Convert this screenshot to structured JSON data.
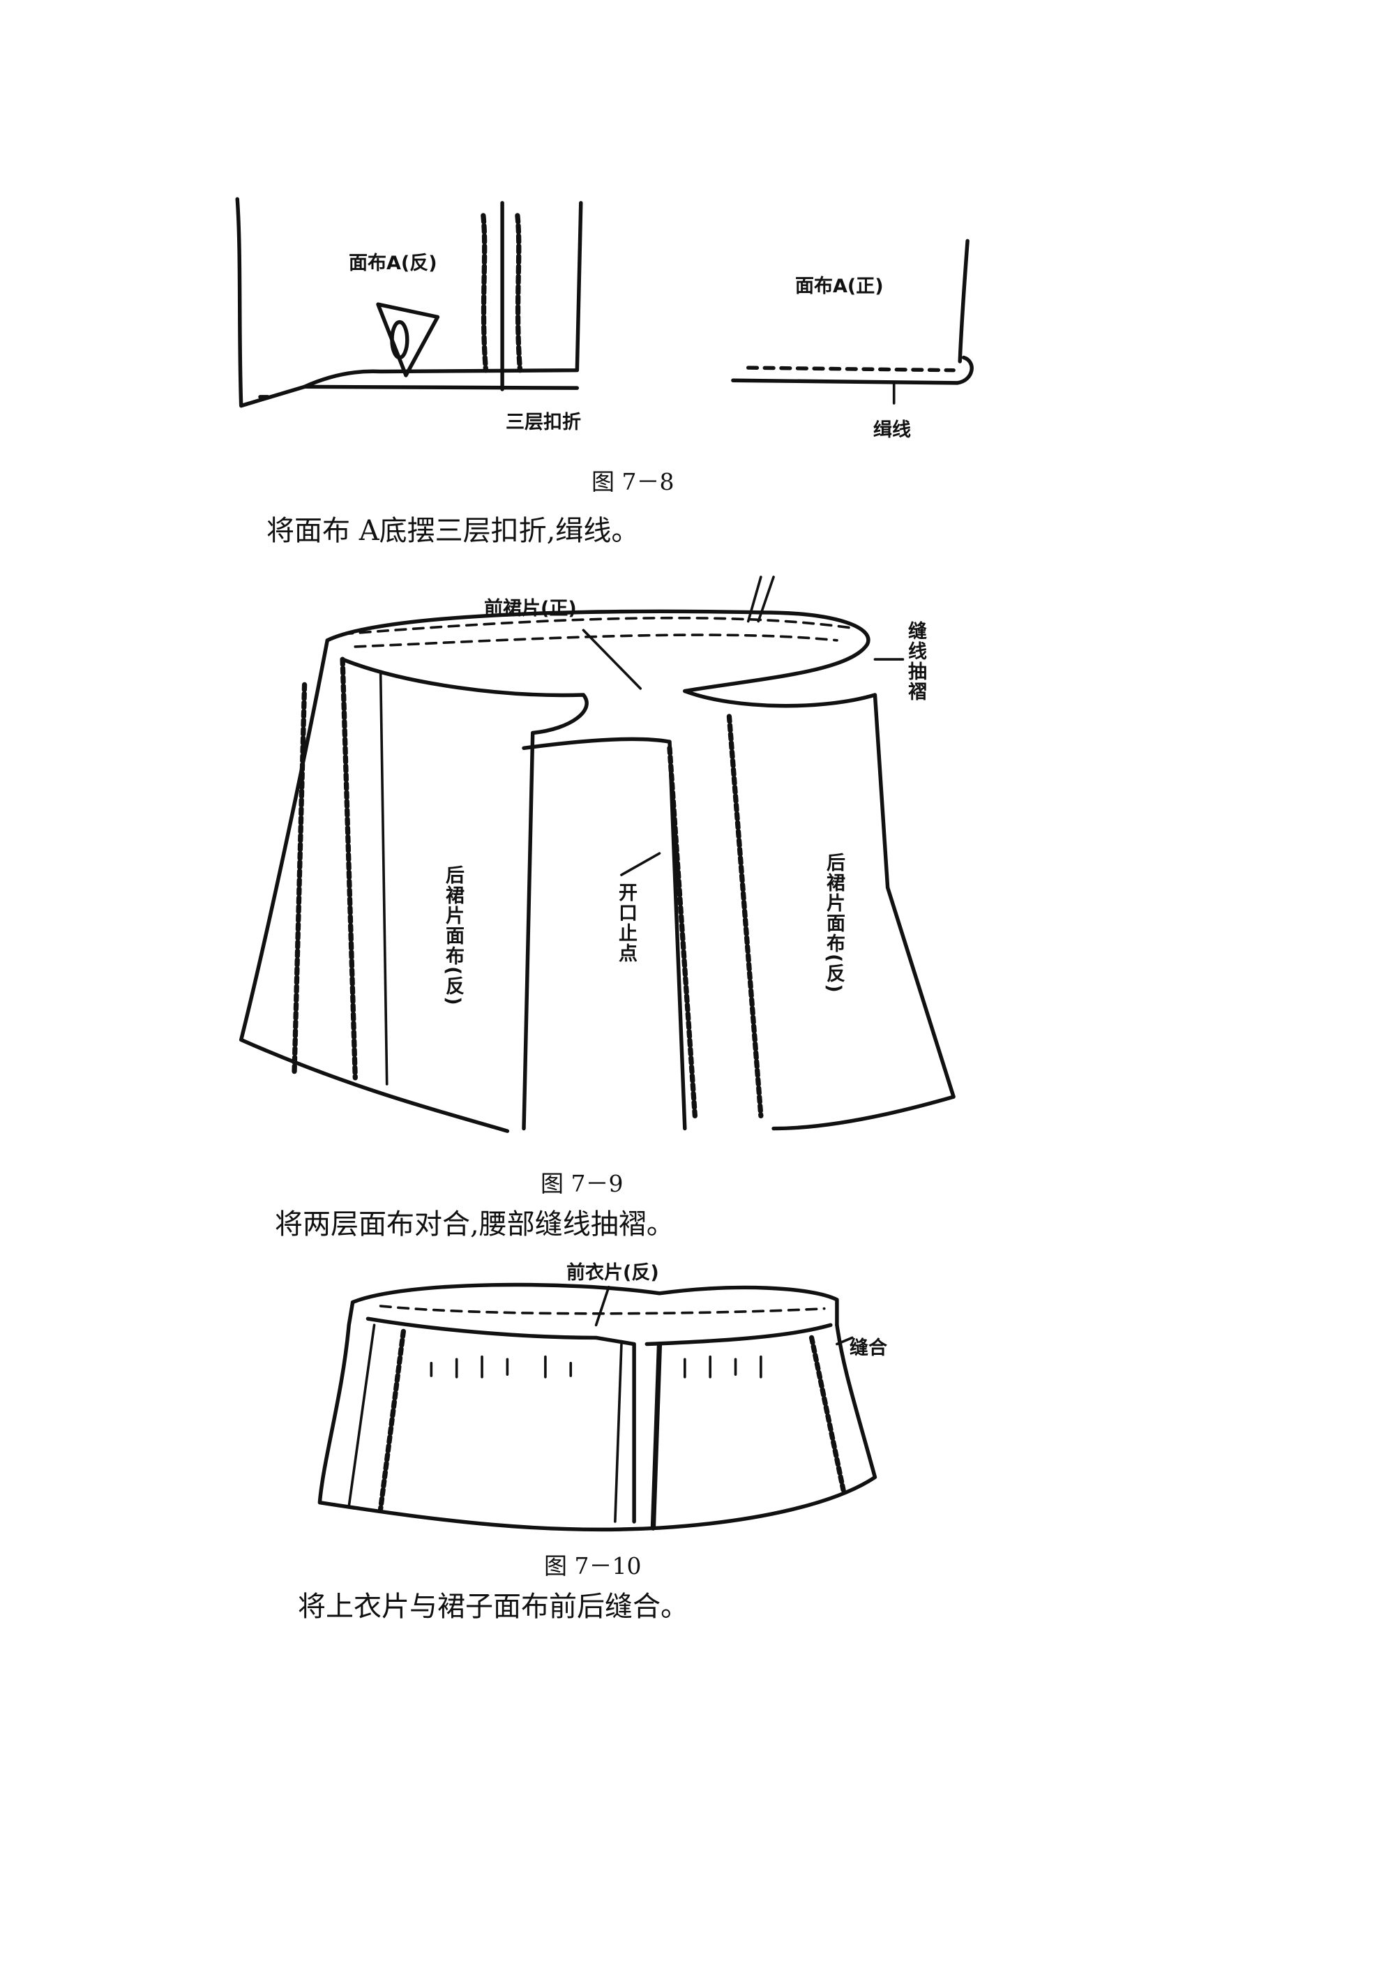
{
  "figure_7_8": {
    "label_left": "面布A(反)",
    "label_fold": "三层扣折",
    "label_right": "面布A(正)",
    "label_stitch": "缉线",
    "caption": "图 7－8",
    "description": "将面布 A底摆三层扣折,缉线。"
  },
  "figure_7_9": {
    "label_front": "前裙片(正)",
    "label_gather": "缝线抽褶",
    "label_back_left": "后裙片面布(反)",
    "label_opening": "开口止点",
    "label_back_right": "后裙片面布(反)",
    "caption": "图 7－9",
    "description": "将两层面布对合,腰部缝线抽褶。"
  },
  "figure_7_10": {
    "label_front": "前衣片(反)",
    "label_seam": "缝合",
    "caption": "图 7－10",
    "description": "将上衣片与裙子面布前后缝合。"
  }
}
